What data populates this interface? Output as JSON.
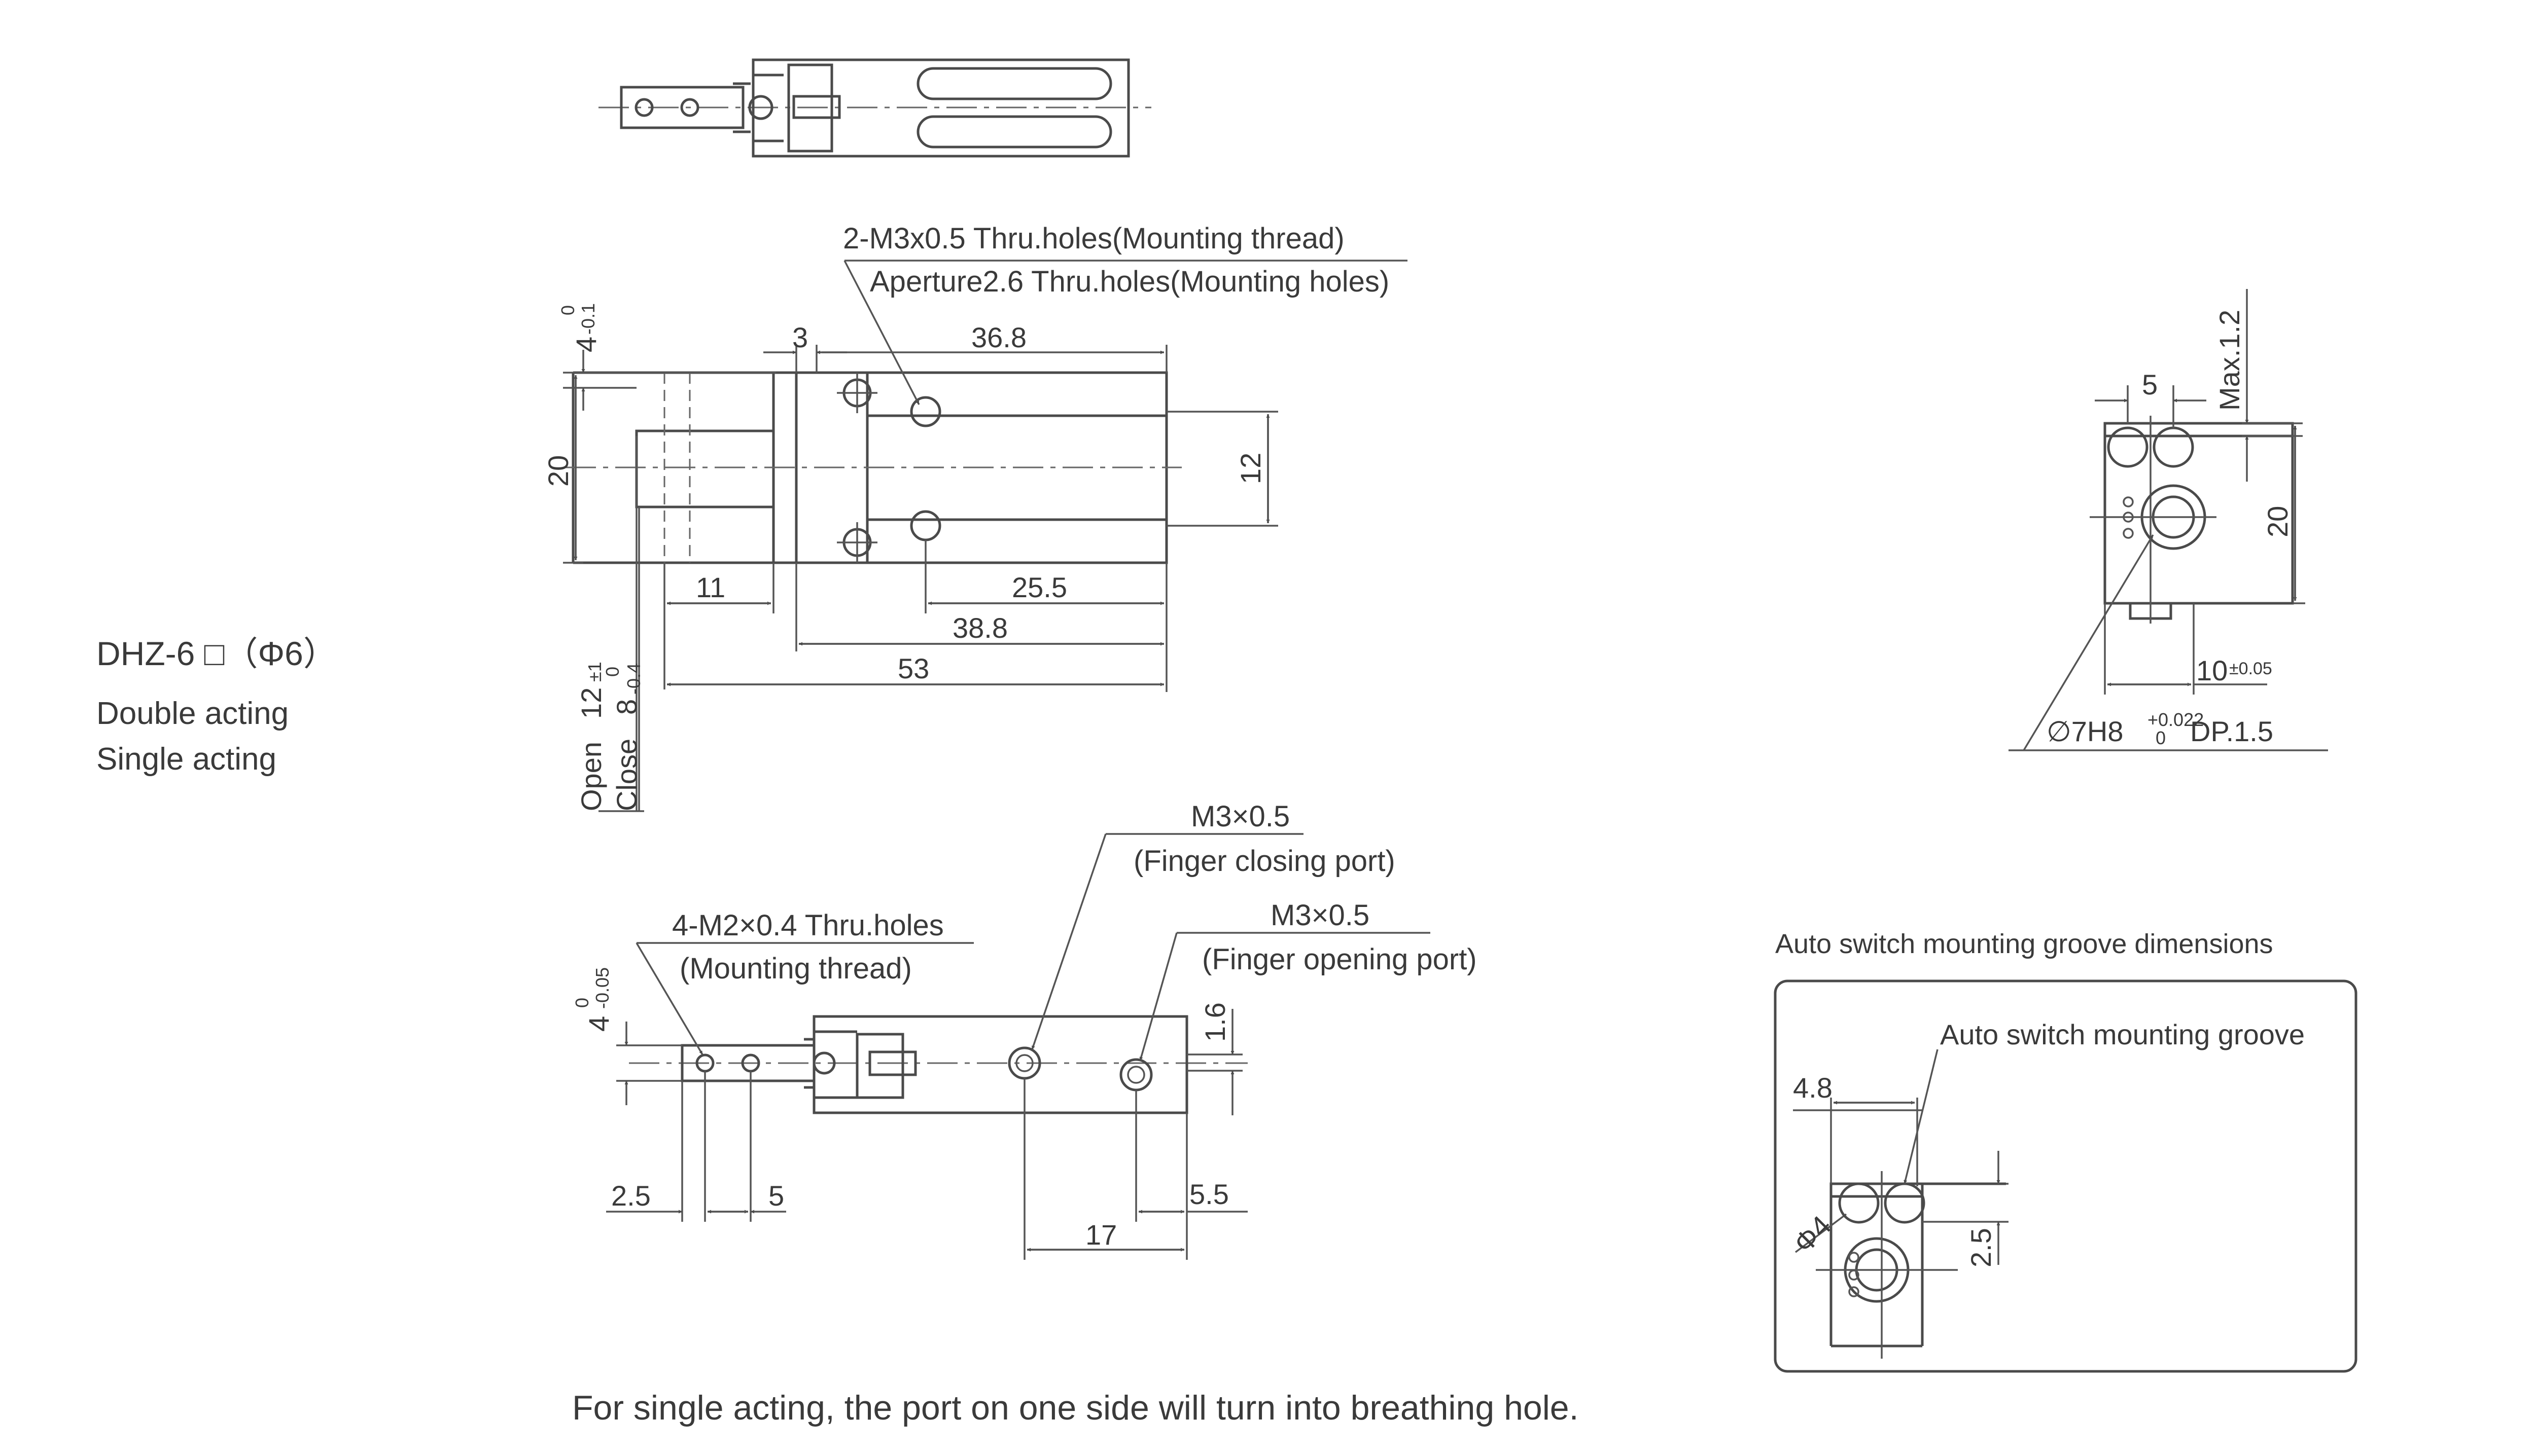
{
  "model": {
    "name": "DHZ-6 □（Φ6）",
    "type1": "Double acting",
    "type2": "Single acting"
  },
  "front_view": {
    "callout_line1": "2-M3x0.5 Thru.holes(Mounting thread)",
    "callout_line2": "Aperture2.6 Thru.holes(Mounting holes)",
    "dim_3": "3",
    "dim_36_8": "36.8",
    "dim_4": "4",
    "dim_4_tol_upper": "0",
    "dim_4_tol_lower": "-0.1",
    "dim_20": "20",
    "dim_12": "12",
    "dim_11": "11",
    "dim_25_5": "25.5",
    "dim_38_8": "38.8",
    "dim_53": "53",
    "open_label": "Open",
    "open_value": "12",
    "open_tol": "±1",
    "close_label": "Close",
    "close_value": "8",
    "close_tol_upper": "0",
    "close_tol_lower": "-0.4"
  },
  "side_view": {
    "dim_5": "5",
    "dim_max": "Max.1.2",
    "dim_20": "20",
    "dim_10": "10",
    "dim_10_tol": "±0.05",
    "bore_prefix": "∅7H8",
    "bore_tol_upper": "+0.022",
    "bore_tol_lower": "0",
    "bore_suffix": "DP.1.5"
  },
  "bottom_view": {
    "closing_port_line1": "M3×0.5",
    "closing_port_line2": "(Finger closing port)",
    "opening_port_line1": "M3×0.5",
    "opening_port_line2": "(Finger opening port)",
    "thread_line1": "4-M2×0.4   Thru.holes",
    "thread_line2": "(Mounting thread)",
    "dim_4": "4",
    "dim_4_tol_upper": "0",
    "dim_4_tol_lower": "-0.05",
    "dim_1_6": "1.6",
    "dim_2_5": "2.5",
    "dim_5": "5",
    "dim_5_5": "5.5",
    "dim_17": "17"
  },
  "groove": {
    "title": "Auto switch mounting groove dimensions",
    "label": "Auto switch mounting groove",
    "dim_4_8": "4.8",
    "dim_phi4": "Φ4",
    "dim_2_5": "2.5"
  },
  "footnote": "For single acting, the port on one side will turn into breathing hole."
}
